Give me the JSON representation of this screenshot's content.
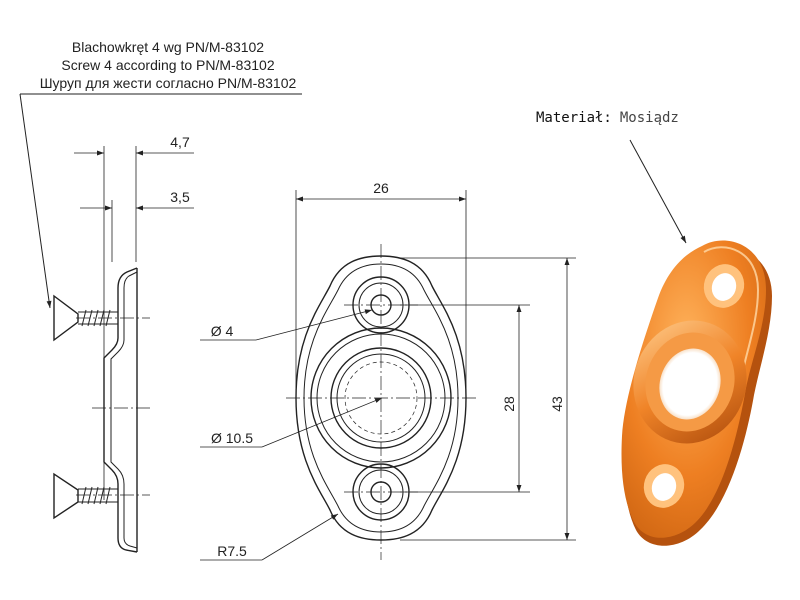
{
  "drawing": {
    "screw_note": [
      "Blachowkręt 4 wg PN/M-83102",
      "Screw 4 according to PN/M-83102",
      "Шуруп для жести согласно PN/M-83102"
    ],
    "material_label": "Materiał:",
    "material_value": "Mosiądz",
    "side_view": {
      "dim_total_thickness": "4,7",
      "dim_thickness": "3,5"
    },
    "front_view": {
      "dim_width": "26",
      "dim_hole_spacing": "28",
      "dim_height": "43",
      "dim_small_hole": "Ø 4",
      "dim_center_hole": "Ø 10.5",
      "dim_radius": "R7.5"
    },
    "render_colors": {
      "brass_body": "#e87a1e",
      "brass_highlight": "#ffc07a",
      "brass_shadow": "#b24f0a"
    }
  }
}
